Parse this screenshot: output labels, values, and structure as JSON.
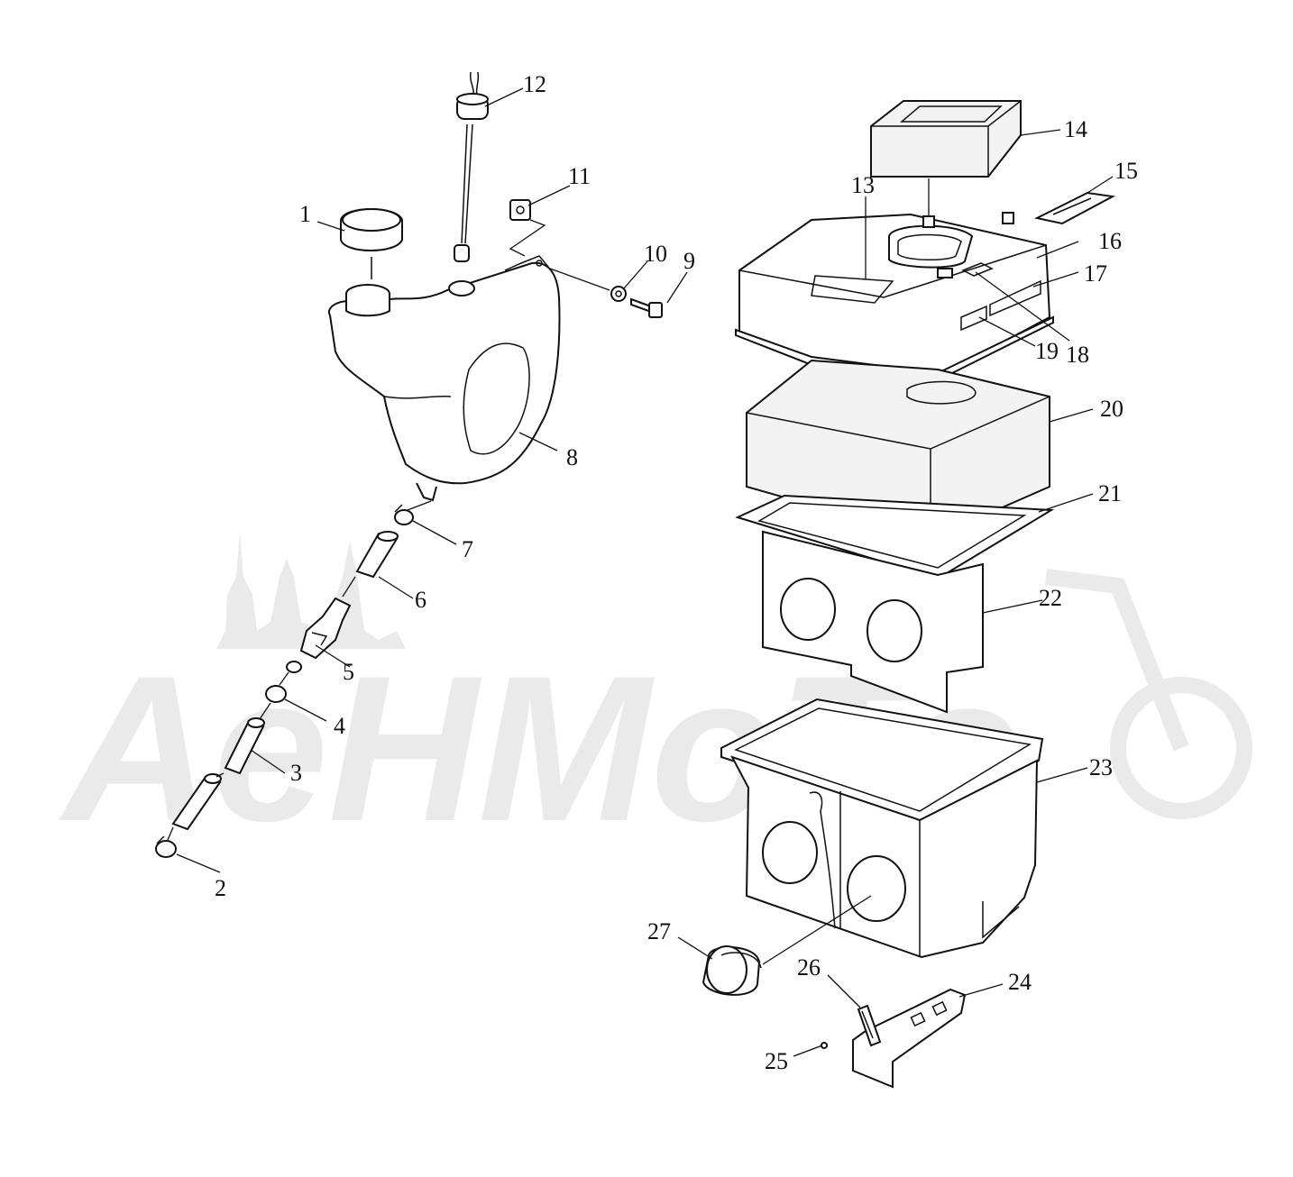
{
  "watermark": {
    "text": "AeHMoTo",
    "color": "#d9d9d9"
  },
  "callouts": [
    {
      "id": "1",
      "label": "1"
    },
    {
      "id": "2",
      "label": "2"
    },
    {
      "id": "3",
      "label": "3"
    },
    {
      "id": "4",
      "label": "4"
    },
    {
      "id": "5",
      "label": "5"
    },
    {
      "id": "6",
      "label": "6"
    },
    {
      "id": "7",
      "label": "7"
    },
    {
      "id": "8",
      "label": "8"
    },
    {
      "id": "9",
      "label": "9"
    },
    {
      "id": "10",
      "label": "10"
    },
    {
      "id": "11",
      "label": "11"
    },
    {
      "id": "12",
      "label": "12"
    },
    {
      "id": "13",
      "label": "13"
    },
    {
      "id": "14",
      "label": "14"
    },
    {
      "id": "15",
      "label": "15"
    },
    {
      "id": "16",
      "label": "16"
    },
    {
      "id": "17",
      "label": "17"
    },
    {
      "id": "18",
      "label": "18"
    },
    {
      "id": "19",
      "label": "19"
    },
    {
      "id": "20",
      "label": "20"
    },
    {
      "id": "21",
      "label": "21"
    },
    {
      "id": "22",
      "label": "22"
    },
    {
      "id": "23",
      "label": "23"
    },
    {
      "id": "24",
      "label": "24"
    },
    {
      "id": "25",
      "label": "25"
    },
    {
      "id": "26",
      "label": "26"
    },
    {
      "id": "27",
      "label": "27"
    }
  ]
}
